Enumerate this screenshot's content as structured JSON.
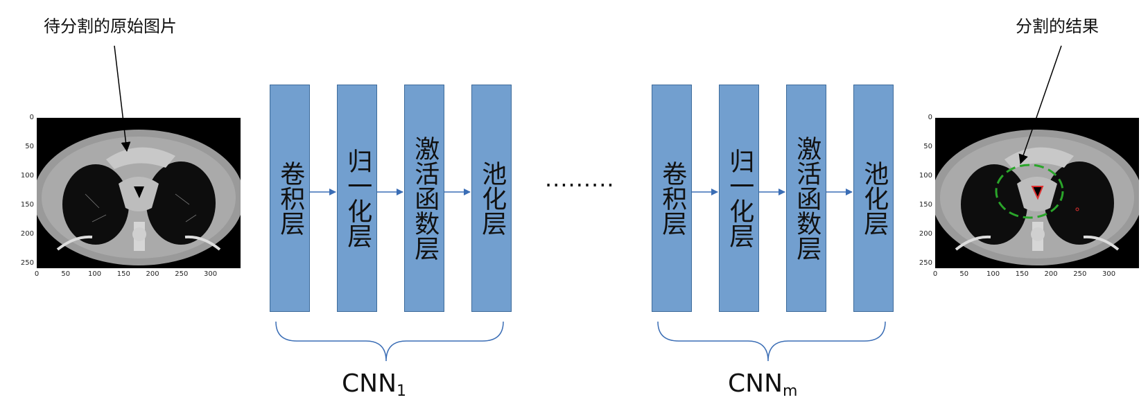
{
  "captions": {
    "left": "待分割的原始图片",
    "right": "分割的结果"
  },
  "axes": {
    "y_ticks": [
      "0",
      "50",
      "100",
      "150",
      "200",
      "250"
    ],
    "x_ticks": [
      "0",
      "50",
      "100",
      "150",
      "200",
      "250",
      "300"
    ]
  },
  "cnn_groups": [
    {
      "layers": [
        "卷积层",
        "归一化层",
        "激活函数层",
        "池化层"
      ],
      "label": "CNN",
      "subscript": "1"
    },
    {
      "layers": [
        "卷积层",
        "归一化层",
        "激活函数层",
        "池化层"
      ],
      "label": "CNN",
      "subscript": "m"
    }
  ],
  "ellipsis": "·········",
  "colors": {
    "block_fill": "#729fcf",
    "block_border": "#3c6a9a",
    "arrow": "#3a6db5",
    "brace": "#3a6db5",
    "highlight_circle": "#2aa52a",
    "segmentation": "#e03030"
  }
}
